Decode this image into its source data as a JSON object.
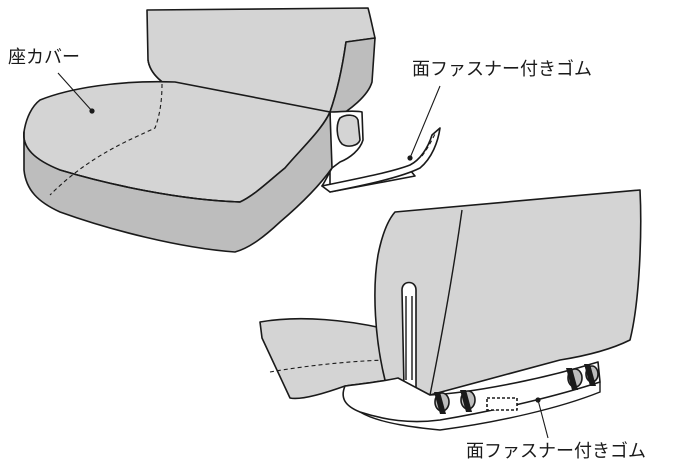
{
  "labels": {
    "seat_cover": "座カバー",
    "hook_loop_elastic_top": "面ファスナー付きゴム",
    "hook_loop_elastic_bottom": "面ファスナー付きゴム"
  }
}
